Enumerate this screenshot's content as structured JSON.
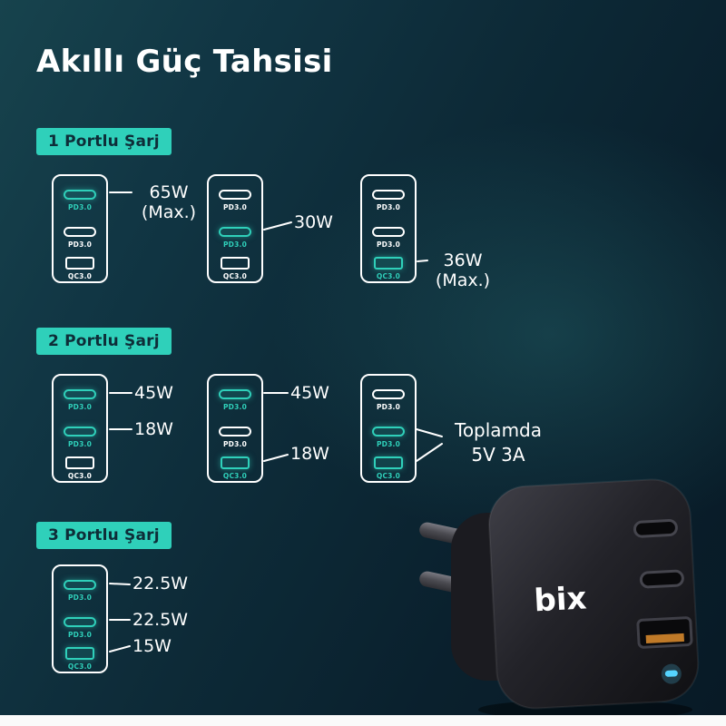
{
  "page": {
    "title": "Akıllı Güç Tahsisi"
  },
  "colors": {
    "accent": "#2fd0ba",
    "background_top": "#17434d",
    "background_bottom": "#081a26"
  },
  "port_labels": {
    "pd": "PD3.0",
    "qc": "QC3.0"
  },
  "sections": [
    {
      "label": "1 Portlu Şarj",
      "diagrams": [
        {
          "active_ports": [
            "usbc-1"
          ],
          "callouts": {
            "c1": {
              "t1": "65W",
              "t2": "(Max.)"
            }
          }
        },
        {
          "active_ports": [
            "usbc-2"
          ],
          "callouts": {
            "c2": {
              "t1": "30W"
            }
          }
        },
        {
          "active_ports": [
            "usba"
          ],
          "callouts": {
            "qc": {
              "t1": "36W",
              "t2": "(Max.)"
            }
          }
        }
      ]
    },
    {
      "label": "2 Portlu Şarj",
      "diagrams": [
        {
          "active_ports": [
            "usbc-1",
            "usbc-2"
          ],
          "callouts": {
            "c1": {
              "t1": "45W"
            },
            "c2": {
              "t1": "18W"
            }
          }
        },
        {
          "active_ports": [
            "usbc-1",
            "usba"
          ],
          "callouts": {
            "c1": {
              "t1": "45W"
            },
            "qc": {
              "t1": "18W"
            }
          }
        },
        {
          "active_ports": [
            "usbc-2",
            "usba"
          ],
          "callouts": {
            "group": {
              "t1": "Toplamda",
              "t2": "5V 3A"
            }
          }
        }
      ]
    },
    {
      "label": "3 Portlu Şarj",
      "diagrams": [
        {
          "active_ports": [
            "usbc-1",
            "usbc-2",
            "usba"
          ],
          "callouts": {
            "c1": {
              "t1": "22.5W"
            },
            "c2": {
              "t1": "22.5W"
            },
            "qc": {
              "t1": "15W"
            }
          }
        }
      ]
    }
  ],
  "product": {
    "brand": "bix"
  }
}
